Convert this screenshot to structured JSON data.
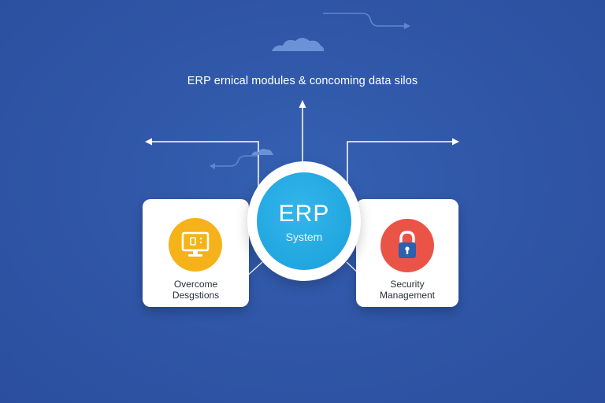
{
  "title": "ERP ernical modules & concoming data silos",
  "hub": {
    "title": "ERP",
    "subtitle": "System",
    "color": "#22a8e2"
  },
  "cards": [
    {
      "label_line1": "Overcome",
      "label_line2": "Desgstions",
      "icon": "monitor-icon",
      "color": "#f6b21b"
    },
    {
      "label_line1": "Security",
      "label_line2": "Management",
      "icon": "padlock-icon",
      "color": "#ea5447"
    }
  ],
  "colors": {
    "background": "#3056a8",
    "connector": "#ffffff",
    "card": "#ffffff"
  },
  "decor": [
    "cloud-icon",
    "arrow-icon"
  ]
}
